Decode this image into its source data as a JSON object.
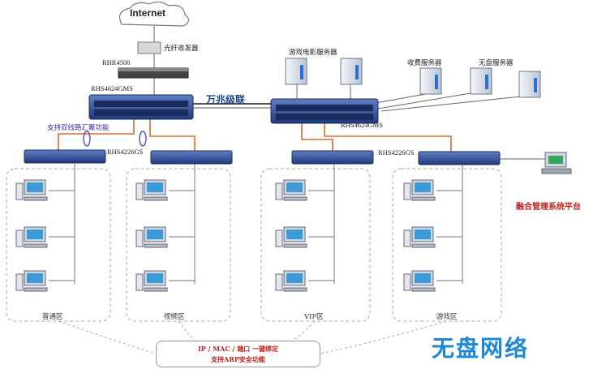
{
  "internet_label": "Internet",
  "devices": {
    "fiber_transceiver": "光纤收发器",
    "router": "RHR4500",
    "core_left": "RHS4624GMS",
    "core_right": "RHS4624GMS",
    "access_left": "RHS4226GS",
    "access_right": "RHS4226GS"
  },
  "servers": {
    "game_movie": "游戏电影服务器",
    "billing": "收费服务器",
    "diskless": "无盘服务器"
  },
  "trunk_label": "万兆级联",
  "aggregation_label": "支持双线路汇聚功能",
  "management_label": "融合管理系统平台",
  "zones": [
    "普通区",
    "视频区",
    "VIP区",
    "游戏区"
  ],
  "security_notice": {
    "line1": "IP / MAC / 端口 一键绑定",
    "line2": "支持ARP安全功能"
  },
  "brand_watermark": "无盘网络",
  "colors": {
    "uplink": "#e06a2a",
    "switch_body": "#2f4f9a",
    "server_body": "#dfe6ee",
    "management": "#c0211f",
    "brand": "#1e88d8"
  }
}
